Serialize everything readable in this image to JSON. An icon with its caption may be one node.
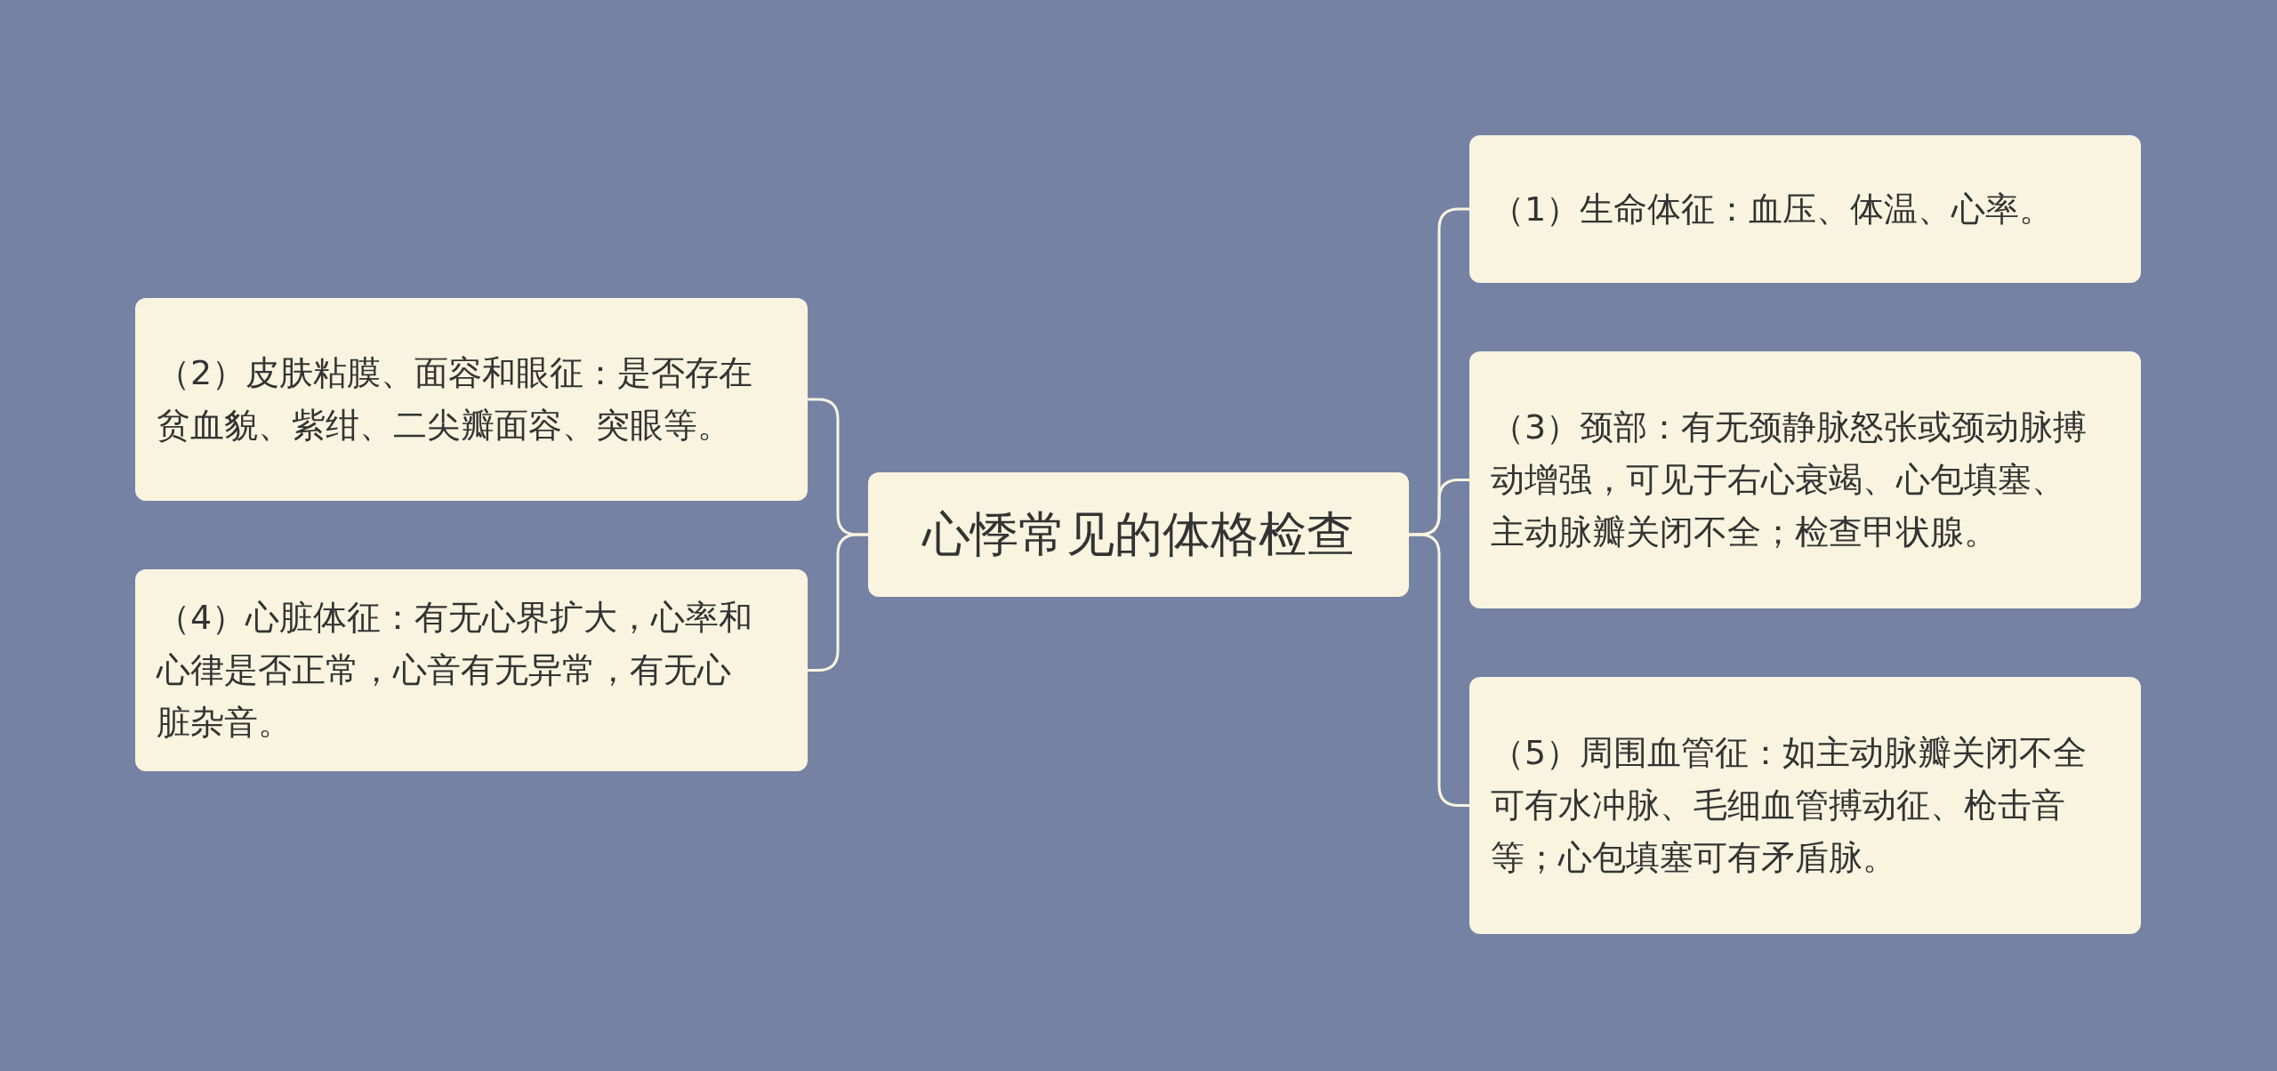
{
  "diagram": {
    "nodes": [
      {
        "text": [
          "心悸常见的体格检查"
        ]
      },
      {
        "text": [
          "（2）皮肤粘膜、面容和眼征：是否存在贫血貌、紫绀、二尖瓣面容、突眼等。"
        ]
      },
      {
        "text": [
          "（4）心脏体征：有无心界扩大，心率和心律是否正常，心音有无异常，有无心脏杂音。"
        ]
      },
      {
        "text": [
          "（1）生命体征：血压、体温、心率。"
        ]
      },
      {
        "text": [
          "（3）颈部：有无颈静脉怒张或颈动脉搏动增强，可见于右心衰竭、心包填塞、主动脉瓣关闭不全；检查甲状腺。"
        ]
      },
      {
        "text": [
          "（5）周围血管征：如主动脉瓣关闭不全可有水冲脉、毛细血管搏动征、枪击音等；心包填塞可有矛盾脉。"
        ]
      }
    ],
    "edges": [
      {
        "from": 0,
        "to": 1,
        "arrow": "none"
      },
      {
        "from": 0,
        "to": 2,
        "arrow": "none"
      },
      {
        "from": 0,
        "to": 3,
        "arrow": "none"
      },
      {
        "from": 0,
        "to": 4,
        "arrow": "none"
      },
      {
        "from": 0,
        "to": 5,
        "arrow": "none"
      }
    ]
  }
}
